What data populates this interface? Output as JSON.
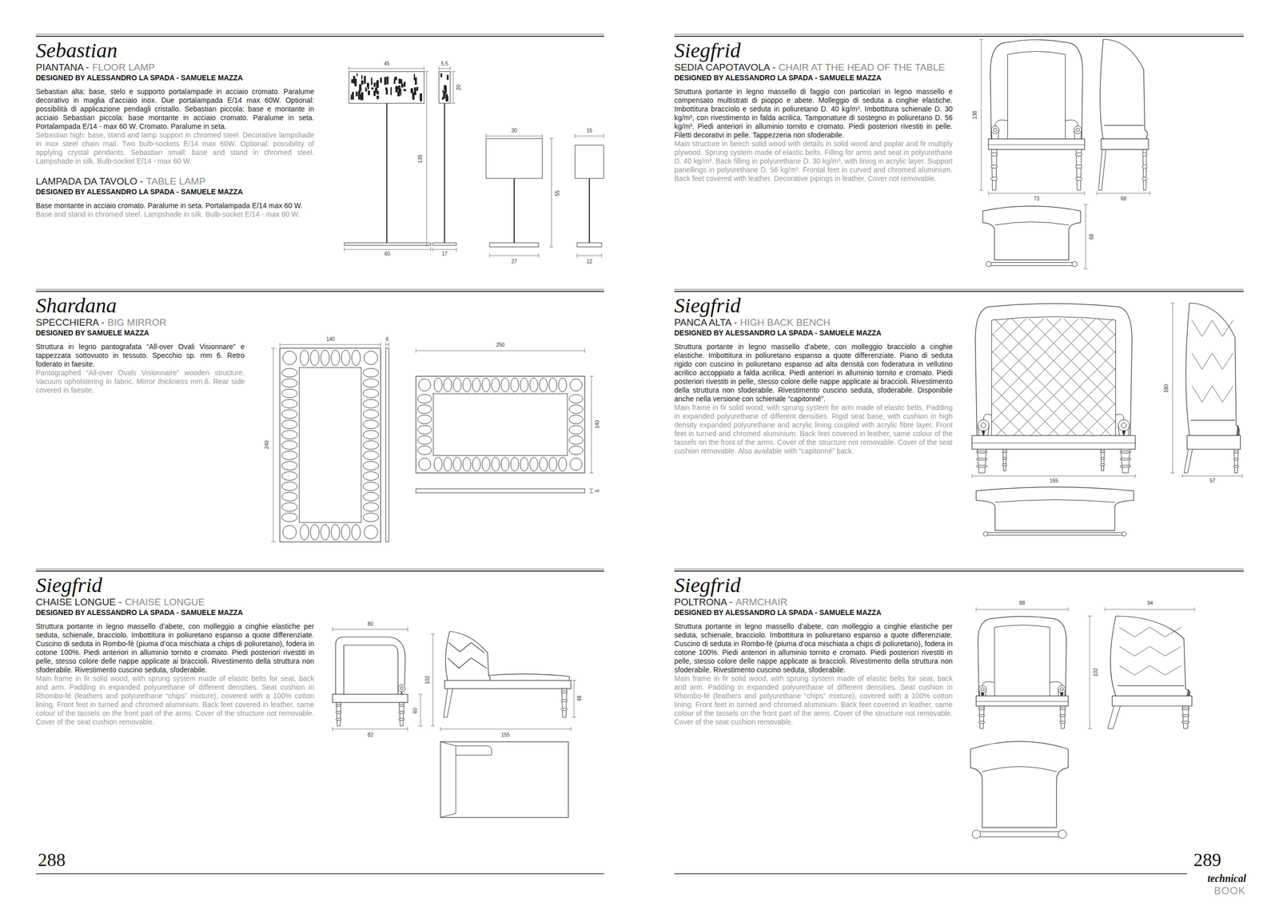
{
  "diagram": {
    "nodes": [
      {
        "text": [
          "Sebastian",
          "PIANTANA -",
          "FLOOR LAMP",
          "DESIGNED BY ALESSANDRO LA SPADA - SAMUELE MAZZA",
          "Sebastian alta: base, stelo e supporto portalampade in acciaio cromato. Paralume decorativo in maglia d’acciaio inox. Due portalampada E/14 max 60W. Optional: possibilità di applicazione pendagli cristallo. Sebastian piccola: base e montante in acciaio Sebastian piccola: base montante in acciaio cromato. Paralume in seta. Portalampada E/14 - max 60 W. Cromato. Paralume in seta.",
          "Sebastian high: base, stand and lamp support in chromed steel. Decorative lampshade in inox steel chain mail. Two bulb-sockets E/14 max 60W. Optional: possibility of applying crystal pendants. Sebastian small: base and stand in chromed steel. Lampshade in silk. Bulb-socket E/14 - max 60 W.",
          "LAMPADA DA TAVOLO -",
          "TABLE LAMP",
          "DESIGNED BY ALESSANDRO LA SPADA - SAMUELE MAZZA",
          "Base montante in acciaio cromato. Paralume in seta. Portalampada E/14 max 60 W.",
          "Base and stand in chromed steel. Lampshade in silk. Bulb-socket E/14 - max 60 W."
        ]
      },
      {
        "text": [
          "Siegfrid",
          "SEDIA CAPOTAVOLA -",
          "CHAIR AT THE HEAD OF THE TABLE",
          "DESIGNED BY ALESSANDRO LA SPADA - SAMUELE MAZZA",
          "Struttura portante in legno massello di faggio con particolari in legno massello e compensato multistrati di pioppo e abete. Molleggio di seduta a cinghie elastiche. Imbottitura bracciolo e seduta in poliuretano D. 40 kg/m³. Imbottitura schienale D. 30 kg/m³, con rivestimento in falda acrilica. Tamponature di sostegno in poliuretano D. 56 kg/m³. Piedi anteriori in alluminio tornito e cromato. Piedi posteriori rivestiti in pelle. Filetti decorativi in pelle. Tappezzeria non sfoderabile.",
          "Main structure in beech solid wood with details in solid wood and poplar and fir multiply plywood. Sprung system made of elastic belts. Filling for arms and seat in polyurethane D. 40 kg/m³. Back filling in polyurethane D. 30 kg/m³, with lining in acrylic layer. Support panellings in polyurethane D. 56 kg/m³. Frontal feet in curved and chromed aluminium. Back feet covered with leather. Decorative pipings in leather. Cover not removable."
        ]
      },
      {
        "text": [
          "Shardana",
          "SPECCHIERA -",
          "BIG MIRROR",
          "DESIGNED BY SAMUELE MAZZA",
          "Struttura in legno pantografata “All-over Ovali Visionnare” e tappezzata sottovuoto in tessuto. Specchio sp. mm 6. Retro foderato in faesite.",
          "Pantographed “All-over Ovals Visionnaire” wooden structure. Vacuum upholstering in fabric. Mirror thickness mm.6. Rear side covered in faesite."
        ]
      },
      {
        "text": [
          "Siegfrid",
          "PANCA ALTA -",
          "HIGH BACK BENCH",
          "DESIGNED BY ALESSANDRO LA SPADA - SAMUELE MAZZA",
          "Struttura portante in legno massello d’abete, con molleggio bracciolo a cinghie elastiche. Imbottitura in poliuretano espanso a quote differenziate. Piano di seduta rigido con cuscino in poliuretano espanso ad alta densità con foderatura in vellutino acrilico accoppiato a falda acrilica. Piedi anteriori in alluminio tornito e cromato. Piedi posteriori rivestiti in pelle, stesso colore delle nappe applicate ai braccioli. Rivestimento della struttura non sfoderabile. Rivestimento cuscino seduta, sfoderabile. Disponibile anche nella versione con schienale “capitonné”.",
          "Main frame in fir solid wood, with sprung system for arm made of elastic belts. Padding in expanded polyurethane of different densities. Rigid seat base, with cushion in high density expanded polyurethane and acrylic lining coupled with acrylic fibre layer. Front feet in turned and chromed aluminium. Back feet covered in leather, same colour of the tassels on the front of the arms. Cover of the structure not removable. Cover of the seat cushion removable. Also available with “capitonné” back."
        ]
      },
      {
        "text": [
          "Siegfrid",
          "CHAISE LONGUE -",
          "CHAISE LONGUE",
          "DESIGNED BY ALESSANDRO LA SPADA - SAMUELE MAZZA",
          "Struttura portante in legno massello d’abete, con molleggio a cinghie elastiche per seduta, schienale, bracciolo. Imbottitura in poliuretano espanso a quote differenziate. Cuscino di seduta in Rombo-fè (piuma d’oca mischiata a chips di poliuretano), fodera in cotone 100%. Piedi anteriori in alluminio tornito e cromato. Piedi posteriori rivestiti in pelle, stesso colore delle nappe applicate ai braccioli. Rivestimento della struttura non sfoderabile. Rivestimento cuscino seduta, sfoderabile.",
          "Main frame in fir solid wood, with sprung system made of elastic belts for seat, back and arm. Padding in expanded polyurethane of different densities. Seat cushion in Rhombo-fé (feathers and polyurethane “chips” mixture), covered with a 100% cotton lining. Front feet in turned and chromed aluminium. Back feet covered in leather, same colour of the tassels on the front part of the arms. Cover of the structure not removable. Cover of the seat cushion removable."
        ]
      },
      {
        "text": [
          "Siegfrid",
          "POLTRONA -",
          "ARMCHAIR",
          "DESIGNED BY ALESSANDRO LA SPADA - SAMUELE MAZZA",
          "Struttura portante in legno massello d’abete, con molleggio a cinghie elastiche per seduta, schienale, bracciolo. Imbottitura in poliuretano espanso a quote differenziate. Cuscino di seduta in Rombo-fè (piuma d’oca mischiata a chips di poliuretano), fodera in cotone 100%. Piedi anteriori in alluminio tornito e cromato. Piedi posteriori rivestiti in pelle, stesso colore delle nappe applicate ai braccioli. Rivestimento della struttura non sfoderabile. Rivestimento cuscino seduta, sfoderabile.",
          "Main frame in fir solid wood, with sprung system made of elastic belts for seat, back and arm. Padding in expanded polyurethane of different densities. Seat cushion in Rhombo-fé (feathers and polyurethane “chips” mixture), covered with a 100% cotton lining. Front feet in turned and chromed aluminium. Back feet covered in leather, same colour of the tassels on the front part of the arms. Cover of the structure not removable. Cover of the seat cushion removable."
        ]
      }
    ],
    "labels": [
      "45",
      "5,5",
      "20",
      "139",
      "60",
      "17",
      "30",
      "15",
      "55",
      "27",
      "12",
      "138",
      "73",
      "68",
      "68",
      "140",
      "6",
      "240",
      "250",
      "140",
      "6",
      "180",
      "165",
      "57",
      "80",
      "102",
      "60",
      "82",
      "48",
      "155",
      "88",
      "94",
      "102",
      "288",
      "289",
      "technical",
      "BOOK"
    ]
  }
}
